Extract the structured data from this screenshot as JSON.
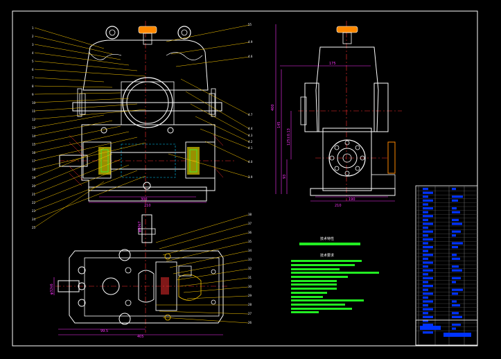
{
  "leader_numbers_right_top": [
    "55",
    "4.9",
    "4.6"
  ],
  "leader_numbers_right_mid": [
    "4.7",
    "4.4",
    "4.3",
    "4.2",
    "4.1"
  ],
  "leader_numbers_right_bottom": [
    "4.0",
    "3.9"
  ],
  "leader_numbers_left": [
    "1",
    "2",
    "3",
    "4",
    "5",
    "6",
    "7",
    "8",
    "9",
    "10",
    "11",
    "12",
    "13",
    "14",
    "15",
    "16",
    "17",
    "18",
    "19",
    "20",
    "21",
    "22",
    "23",
    "24",
    "25"
  ],
  "plan_numbers_right": [
    "38",
    "37",
    "36",
    "35",
    "34",
    "33",
    "32",
    "31",
    "30",
    "29",
    "28",
    "27",
    "26"
  ],
  "dims": {
    "front_width_a": "300",
    "front_width_b": "210",
    "side_height": "400",
    "side_175": "175",
    "side_145": "145",
    "side_center": "125±0.13",
    "side_93": "93",
    "side_bottom_a": "190",
    "side_bottom_b": "210",
    "plan_width": "99.5",
    "plan_total": "405",
    "plan_shaft": "φ32k6",
    "plan_top": "φ80k7"
  },
  "notes": {
    "title1": "技术特性",
    "title2": "技术要求"
  },
  "colors": {
    "outline": "#ffffff",
    "center": "#ff3030",
    "dim": "#ff33ff",
    "leader": "#ffcc00",
    "section": "#00ccff",
    "notes_bar": "#22ee22",
    "title_block": "#0033ff",
    "yellow": "#ffee00",
    "orange": "#ff8800",
    "green": "#33ff33"
  }
}
